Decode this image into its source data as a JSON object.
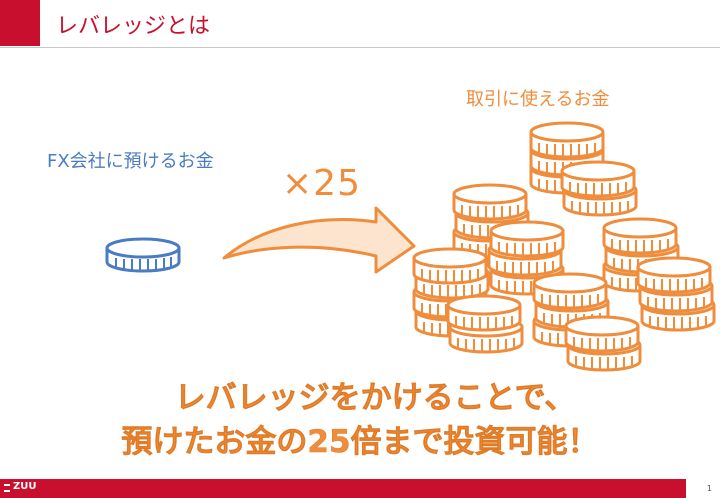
{
  "slide": {
    "title": "レバレッジとは",
    "deposit_label": "FX会社に預けるお金",
    "usable_label": "取引に使えるお金",
    "multiplier": "×25",
    "headline_line1": "レバレッジをかけることで、",
    "headline_line2": "預けたお金の25倍まで投資可能！"
  },
  "footer": {
    "brand": "ZUU",
    "page_number": "1"
  },
  "colors": {
    "accent_red": "#c8102e",
    "orange": "#ef8d3c",
    "blue": "#4a7cc4"
  },
  "icons": {
    "single_coin": "coin-icon",
    "coin_pile": "coin-stack-icon",
    "arrow": "curved-arrow-icon"
  }
}
